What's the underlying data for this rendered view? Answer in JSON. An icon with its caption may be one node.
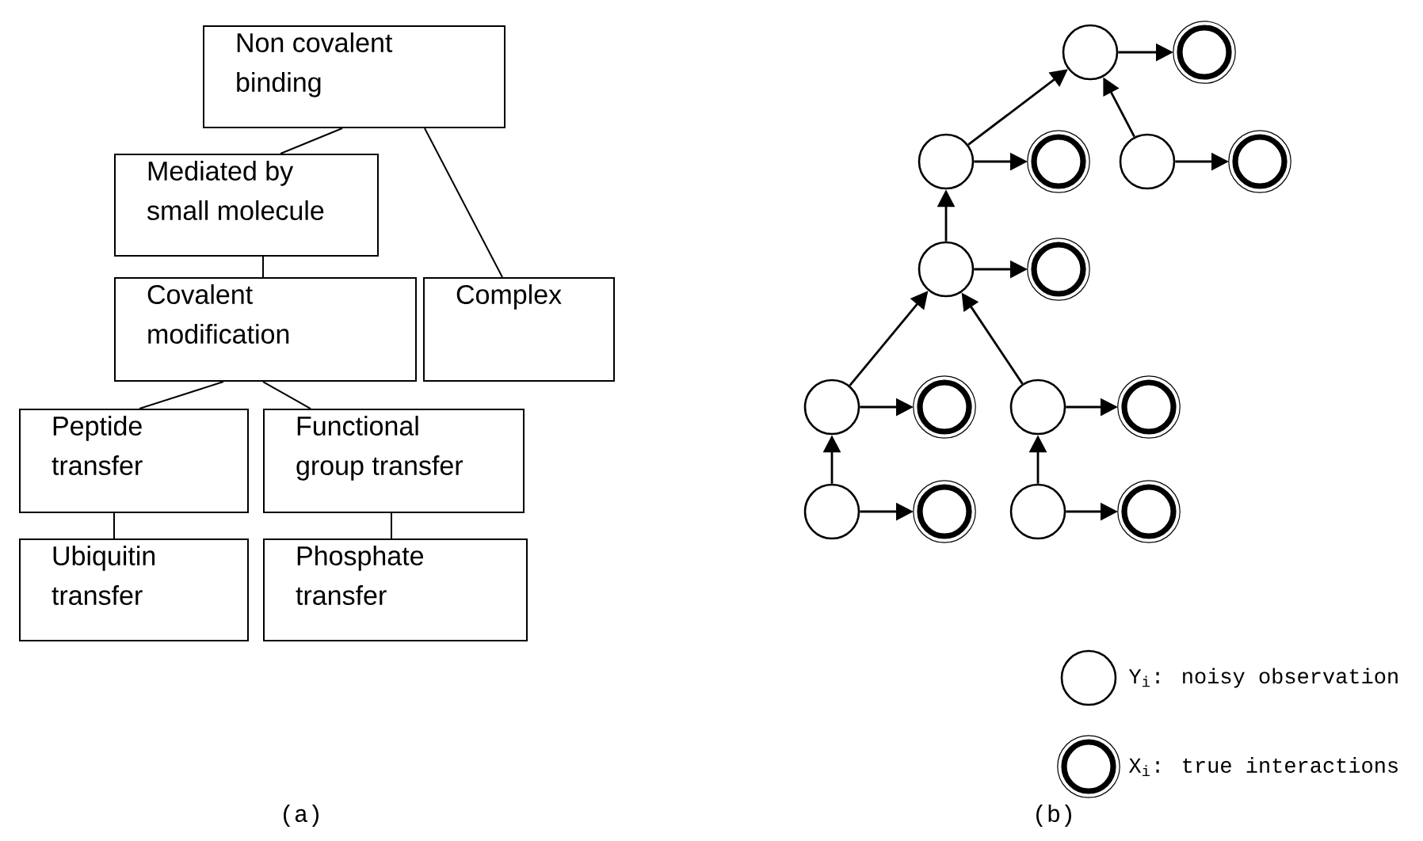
{
  "diagram": {
    "nodes": [
      {
        "text": [
          "Non covalent binding"
        ]
      },
      {
        "text": [
          "Mediated by small molecule"
        ]
      },
      {
        "text": [
          "Covalent modification"
        ]
      },
      {
        "text": [
          "Complex"
        ]
      },
      {
        "text": [
          "Peptide transfer"
        ]
      },
      {
        "text": [
          "Functional group transfer"
        ]
      },
      {
        "text": [
          "Ubiquitin transfer"
        ]
      },
      {
        "text": [
          "Phosphate transfer"
        ]
      },
      {
        "text": [],
        "shape": "circle"
      },
      {
        "text": [],
        "shape": "ring"
      },
      {
        "text": [],
        "shape": "circle"
      },
      {
        "text": [],
        "shape": "ring"
      },
      {
        "text": [],
        "shape": "circle"
      },
      {
        "text": [],
        "shape": "ring"
      },
      {
        "text": [],
        "shape": "circle"
      },
      {
        "text": [],
        "shape": "ring"
      },
      {
        "text": [],
        "shape": "circle"
      },
      {
        "text": [],
        "shape": "ring"
      },
      {
        "text": [],
        "shape": "circle"
      },
      {
        "text": [],
        "shape": "ring"
      },
      {
        "text": [],
        "shape": "circle"
      },
      {
        "text": [],
        "shape": "ring"
      },
      {
        "text": [],
        "shape": "circle"
      },
      {
        "text": [],
        "shape": "ring"
      }
    ],
    "edges": [
      {
        "from": 0,
        "to": 1,
        "arrow": "none"
      },
      {
        "from": 0,
        "to": 3,
        "arrow": "none"
      },
      {
        "from": 1,
        "to": 2,
        "arrow": "none"
      },
      {
        "from": 2,
        "to": 4,
        "arrow": "none"
      },
      {
        "from": 2,
        "to": 5,
        "arrow": "none"
      },
      {
        "from": 4,
        "to": 6,
        "arrow": "none"
      },
      {
        "from": 5,
        "to": 7,
        "arrow": "none"
      },
      {
        "from": 8,
        "to": 9,
        "arrow": "to"
      },
      {
        "from": 10,
        "to": 8,
        "arrow": "to"
      },
      {
        "from": 12,
        "to": 8,
        "arrow": "to"
      },
      {
        "from": 10,
        "to": 11,
        "arrow": "to"
      },
      {
        "from": 12,
        "to": 13,
        "arrow": "to"
      },
      {
        "from": 14,
        "to": 10,
        "arrow": "to"
      },
      {
        "from": 14,
        "to": 15,
        "arrow": "to"
      },
      {
        "from": 16,
        "to": 14,
        "arrow": "to"
      },
      {
        "from": 18,
        "to": 14,
        "arrow": "to"
      },
      {
        "from": 16,
        "to": 17,
        "arrow": "to"
      },
      {
        "from": 18,
        "to": 19,
        "arrow": "to"
      },
      {
        "from": 20,
        "to": 16,
        "arrow": "to"
      },
      {
        "from": 20,
        "to": 21,
        "arrow": "to"
      },
      {
        "from": 22,
        "to": 18,
        "arrow": "to"
      },
      {
        "from": 22,
        "to": 23,
        "arrow": "to"
      }
    ],
    "labels": [
      "(a)",
      "(b)"
    ],
    "legend": [
      {
        "text": "Y$_{i}$: noisy observation"
      },
      {
        "text": "X$_{i}$: true interactions"
      }
    ]
  }
}
